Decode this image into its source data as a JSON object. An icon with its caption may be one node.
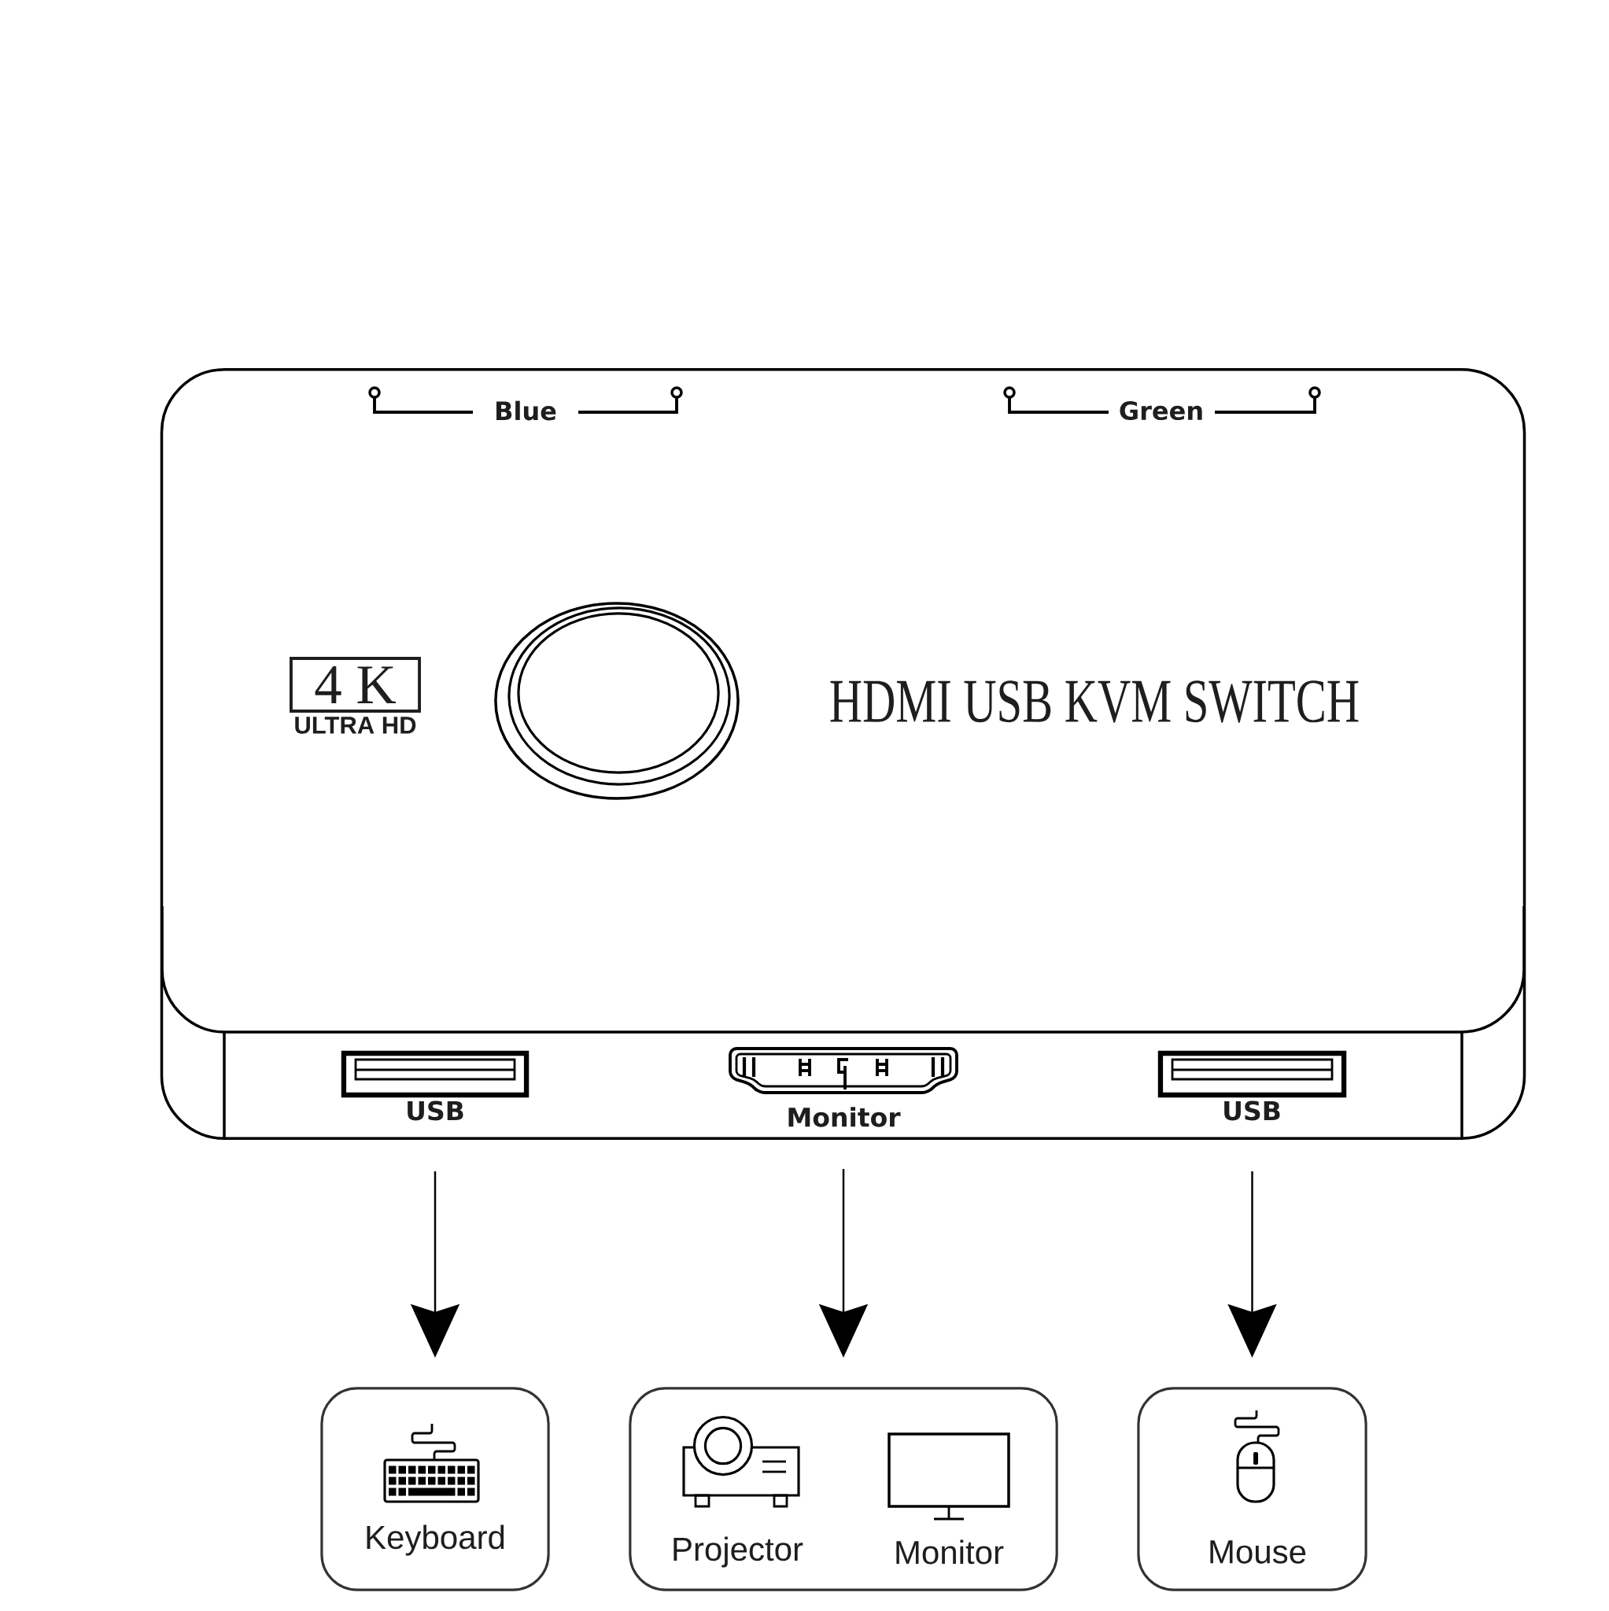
{
  "diagram": {
    "nodes": [
      {
        "text": [
          "HDMI USB KVM SWITCH"
        ]
      },
      {
        "text": [
          "4 K",
          "ULTRA HD"
        ],
        "in": 0
      },
      {
        "text": [
          "USB"
        ],
        "in": 0
      },
      {
        "text": [
          "Monitor"
        ],
        "in": 0
      },
      {
        "text": [
          "USB"
        ],
        "in": 0
      },
      {
        "text": [
          "Keyboard"
        ]
      },
      {
        "text": [
          "Projector",
          "Monitor"
        ]
      },
      {
        "text": [
          "Mouse"
        ]
      }
    ],
    "edges": [
      {
        "from": 2,
        "to": 5,
        "arrow": "to"
      },
      {
        "from": 3,
        "to": 6,
        "arrow": "to"
      },
      {
        "from": 4,
        "to": 7,
        "arrow": "to"
      }
    ],
    "labels": [
      "Blue",
      "Green"
    ]
  }
}
